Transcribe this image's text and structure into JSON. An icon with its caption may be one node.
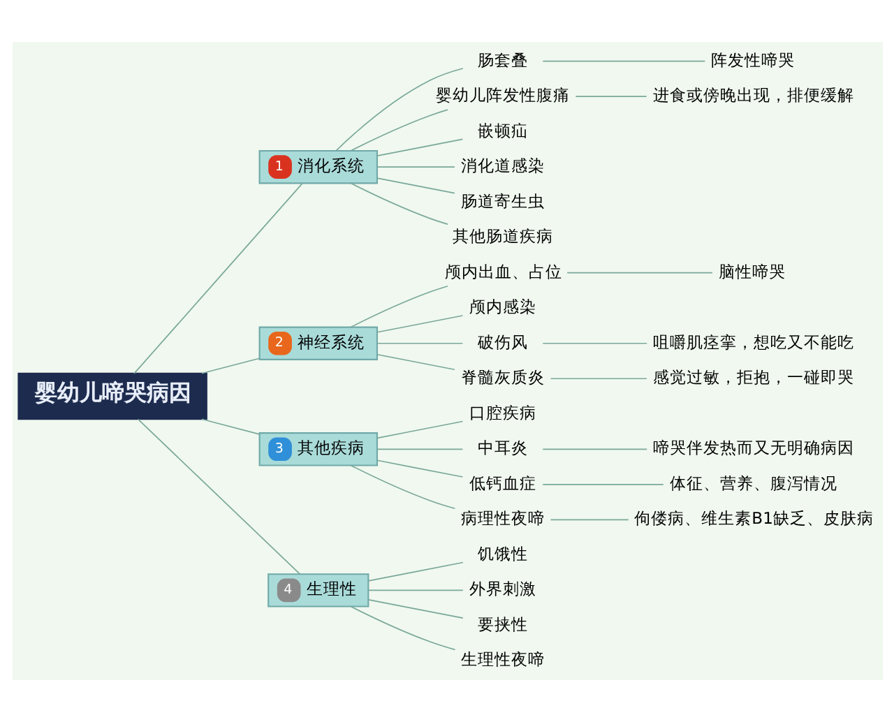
{
  "diagram": {
    "nodes": [
      {
        "text": [
          "婴幼儿啼哭病因"
        ]
      },
      {
        "text": [
          "1",
          "消化系统"
        ]
      },
      {
        "text": [
          "肠套叠"
        ]
      },
      {
        "text": [
          "阵发性啼哭"
        ]
      },
      {
        "text": [
          "婴幼儿阵发性腹痛"
        ]
      },
      {
        "text": [
          "进食或傍晚出现，排便缓解"
        ]
      },
      {
        "text": [
          "嵌顿疝"
        ]
      },
      {
        "text": [
          "消化道感染"
        ]
      },
      {
        "text": [
          "肠道寄生虫"
        ]
      },
      {
        "text": [
          "其他肠道疾病"
        ]
      },
      {
        "text": [
          "2",
          "神经系统"
        ]
      },
      {
        "text": [
          "颅内出血、占位"
        ]
      },
      {
        "text": [
          "脑性啼哭"
        ]
      },
      {
        "text": [
          "颅内感染"
        ]
      },
      {
        "text": [
          "破伤风"
        ]
      },
      {
        "text": [
          "咀嚼肌痉挛，想吃又不能吃"
        ]
      },
      {
        "text": [
          "脊髓灰质炎"
        ]
      },
      {
        "text": [
          "感觉过敏，拒抱，一碰即哭"
        ]
      },
      {
        "text": [
          "3",
          "其他疾病"
        ]
      },
      {
        "text": [
          "口腔疾病"
        ]
      },
      {
        "text": [
          "中耳炎"
        ]
      },
      {
        "text": [
          "啼哭伴发热而又无明确病因"
        ]
      },
      {
        "text": [
          "低钙血症"
        ]
      },
      {
        "text": [
          "体征、营养、腹泻情况"
        ]
      },
      {
        "text": [
          "病理性夜啼"
        ]
      },
      {
        "text": [
          "佝偻病、维生素B1缺乏、皮肤病"
        ]
      },
      {
        "text": [
          "4",
          "生理性"
        ]
      },
      {
        "text": [
          "饥饿性"
        ]
      },
      {
        "text": [
          "外界刺激"
        ]
      },
      {
        "text": [
          "要挟性"
        ]
      },
      {
        "text": [
          "生理性夜啼"
        ]
      }
    ],
    "edges": [
      {
        "from": 0,
        "to": 1,
        "arrow": "none"
      },
      {
        "from": 1,
        "to": 2,
        "arrow": "none"
      },
      {
        "from": 2,
        "to": 3,
        "arrow": "none"
      },
      {
        "from": 1,
        "to": 4,
        "arrow": "none"
      },
      {
        "from": 4,
        "to": 5,
        "arrow": "none"
      },
      {
        "from": 1,
        "to": 6,
        "arrow": "none"
      },
      {
        "from": 1,
        "to": 7,
        "arrow": "none"
      },
      {
        "from": 1,
        "to": 8,
        "arrow": "none"
      },
      {
        "from": 1,
        "to": 9,
        "arrow": "none"
      },
      {
        "from": 0,
        "to": 10,
        "arrow": "none"
      },
      {
        "from": 10,
        "to": 11,
        "arrow": "none"
      },
      {
        "from": 11,
        "to": 12,
        "arrow": "none"
      },
      {
        "from": 10,
        "to": 13,
        "arrow": "none"
      },
      {
        "from": 10,
        "to": 14,
        "arrow": "none"
      },
      {
        "from": 14,
        "to": 15,
        "arrow": "none"
      },
      {
        "from": 10,
        "to": 16,
        "arrow": "none"
      },
      {
        "from": 16,
        "to": 17,
        "arrow": "none"
      },
      {
        "from": 0,
        "to": 18,
        "arrow": "none"
      },
      {
        "from": 18,
        "to": 19,
        "arrow": "none"
      },
      {
        "from": 18,
        "to": 20,
        "arrow": "none"
      },
      {
        "from": 20,
        "to": 21,
        "arrow": "none"
      },
      {
        "from": 18,
        "to": 22,
        "arrow": "none"
      },
      {
        "from": 22,
        "to": 23,
        "arrow": "none"
      },
      {
        "from": 18,
        "to": 24,
        "arrow": "none"
      },
      {
        "from": 24,
        "to": 25,
        "arrow": "none"
      },
      {
        "from": 0,
        "to": 26,
        "arrow": "none"
      },
      {
        "from": 26,
        "to": 27,
        "arrow": "none"
      },
      {
        "from": 26,
        "to": 28,
        "arrow": "none"
      },
      {
        "from": 26,
        "to": 29,
        "arrow": "none"
      },
      {
        "from": 26,
        "to": 30,
        "arrow": "none"
      }
    ]
  }
}
